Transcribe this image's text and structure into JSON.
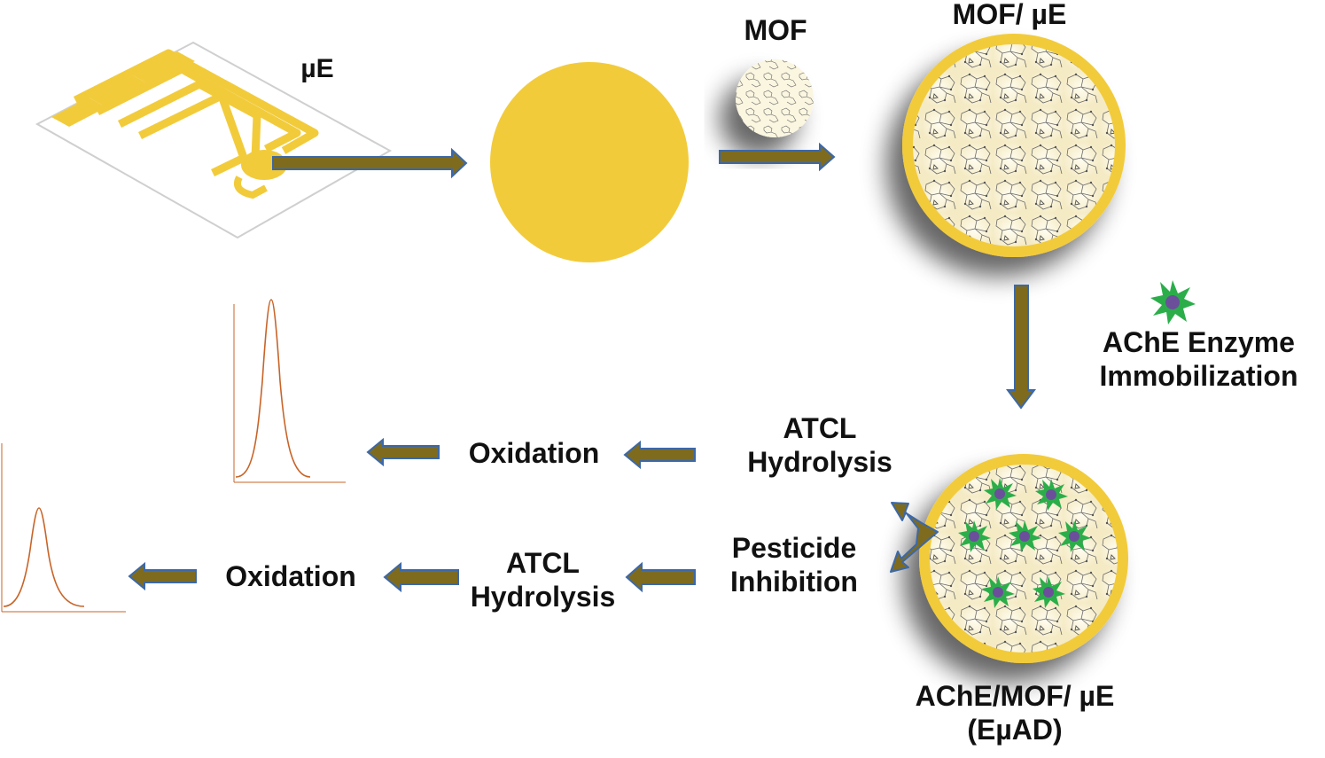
{
  "labels": {
    "microelectrode": "µE",
    "mof": "MOF",
    "mof_electrode": "MOF/ µE",
    "enzyme_line1": "AChE Enzyme",
    "enzyme_line2": "Immobilization",
    "device_line1": "AChE/MOF/ µE",
    "device_line2": "(EµAD)",
    "atcl_top_line1": "ATCL",
    "atcl_top_line2": "Hydrolysis",
    "oxidation_top": "Oxidation",
    "pesticide_line1": "Pesticide",
    "pesticide_line2": "Inhibition",
    "atcl_bottom_line1": "ATCL",
    "atcl_bottom_line2": "Hydrolysis",
    "oxidation_bottom": "Oxidation"
  },
  "colors": {
    "gold": "#F2CB3B",
    "mof_fill": "#FBF4D3",
    "arrow_fill": "#7E6B1E",
    "arrow_edge": "#3C68A8",
    "peak_curve": "#C86428",
    "enzyme_star": "#2BAE4A",
    "enzyme_core": "#6B4F9B"
  },
  "icons": {
    "enzyme": "star-enzyme-icon",
    "electrode": "screen-printed-electrode-icon",
    "peak": "voltammetry-peak-icon"
  }
}
